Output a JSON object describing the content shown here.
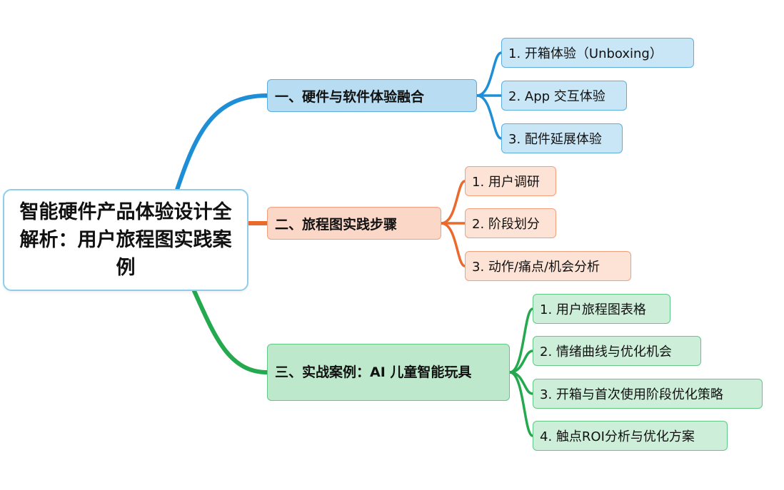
{
  "root": {
    "title": "智能硬件产品体验设计全解析：用户旅程图实践案例"
  },
  "colors": {
    "blue": "#1e8fd6",
    "orange": "#ea6a2e",
    "green": "#25a94f",
    "blue_fill": "#b8dcf1",
    "orange_fill": "#fbd7c8",
    "green_fill": "#bde8cb"
  },
  "branches": [
    {
      "label": "一、硬件与软件体验融合",
      "color": "blue",
      "children": [
        "1. 开箱体验（Unboxing）",
        "2. App 交互体验",
        "3. 配件延展体验"
      ]
    },
    {
      "label": "二、旅程图实践步骤",
      "color": "orange",
      "children": [
        "1. 用户调研",
        "2. 阶段划分",
        "3. 动作/痛点/机会分析"
      ]
    },
    {
      "label": "三、实战案例：AI 儿童智能玩具",
      "color": "green",
      "children": [
        "1. 用户旅程图表格",
        "2. 情绪曲线与优化机会",
        "3. 开箱与首次使用阶段优化策略",
        "4. 触点ROI分析与优化方案"
      ]
    }
  ]
}
